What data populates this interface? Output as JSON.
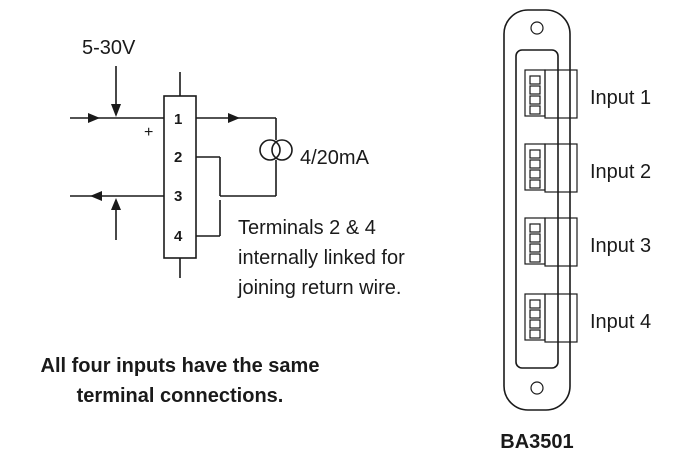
{
  "supply_label": "5-30V",
  "plus_sign": "+",
  "terminals": [
    "1",
    "2",
    "3",
    "4"
  ],
  "current_label": "4/20mA",
  "note_lines": [
    "Terminals 2 & 4",
    "internally linked for",
    "joining return wire."
  ],
  "footer_lines": [
    "All four inputs have the same",
    "terminal connections."
  ],
  "inputs": [
    "Input 1",
    "Input 2",
    "Input 3",
    "Input 4"
  ],
  "model": "BA3501"
}
